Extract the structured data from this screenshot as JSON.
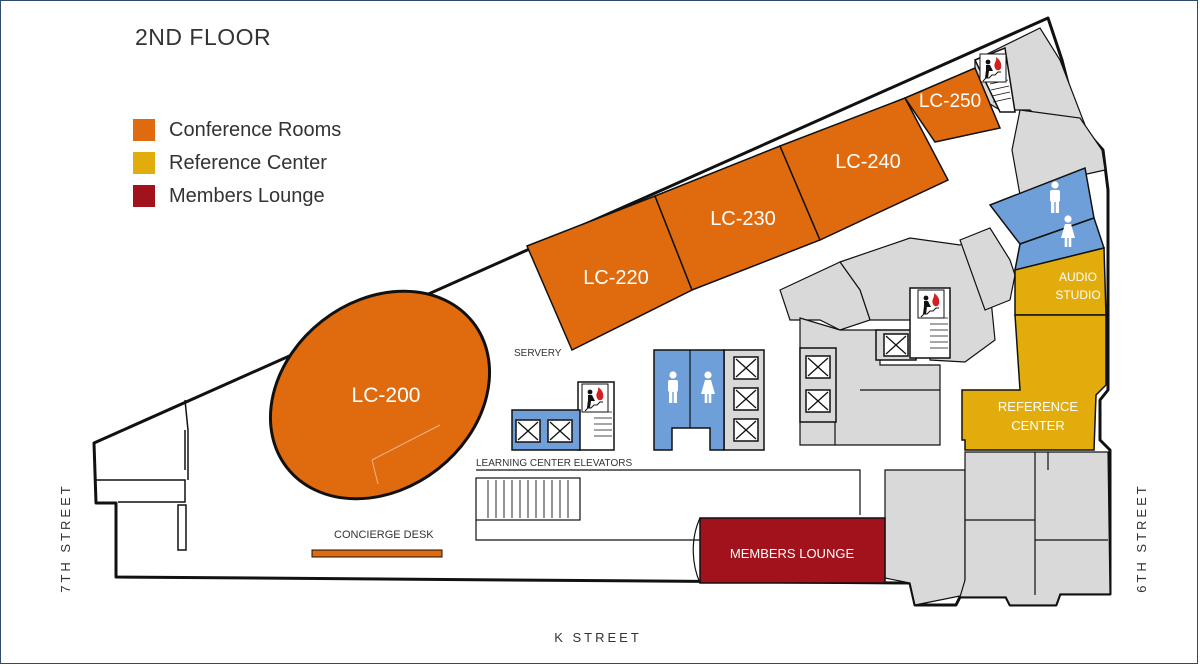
{
  "title": "2ND FLOOR",
  "colors": {
    "conference": "#e06b0e",
    "reference": "#e2ac0c",
    "lounge": "#a1121c",
    "restroom": "#6f9fd8",
    "service": "#d9d9d9",
    "wall": "#111111"
  },
  "legend": [
    {
      "label": "Conference Rooms",
      "color": "#e06b0e"
    },
    {
      "label": "Reference Center",
      "color": "#e2ac0c"
    },
    {
      "label": "Members Lounge",
      "color": "#a1121c"
    }
  ],
  "rooms": {
    "lc200": "LC-200",
    "lc220": "LC-220",
    "lc230": "LC-230",
    "lc240": "LC-240",
    "lc250": "LC-250",
    "members_lounge": "MEMBERS LOUNGE",
    "reference_center_line1": "REFERENCE",
    "reference_center_line2": "CENTER",
    "audio_studio_line1": "AUDIO",
    "audio_studio_line2": "STUDIO"
  },
  "labels": {
    "servery": "SERVERY",
    "elevators": "LEARNING CENTER ELEVATORS",
    "concierge": "CONCIERGE DESK"
  },
  "streets": {
    "west": "7TH STREET",
    "south": "K STREET",
    "east": "6TH STREET"
  },
  "icons": [
    "fire-exit-stair-icon",
    "mens-restroom-icon",
    "womens-restroom-icon",
    "elevator-icon"
  ]
}
